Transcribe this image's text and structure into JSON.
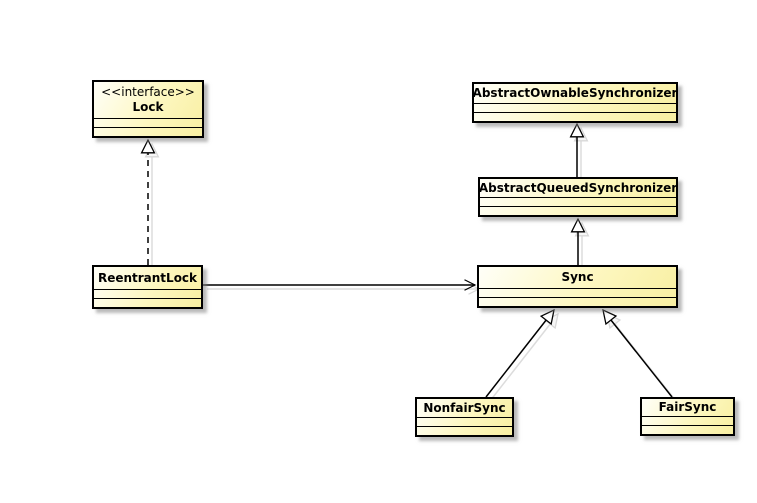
{
  "diagram": {
    "type": "uml-class-diagram",
    "background": "#ffffff",
    "nodes": [
      {
        "id": "lock",
        "stereotype": "<<interface>>",
        "name": "Lock"
      },
      {
        "id": "reentrant-lock",
        "name": "ReentrantLock"
      },
      {
        "id": "abstract-ownable-synchronizer",
        "name": "AbstractOwnableSynchronizer"
      },
      {
        "id": "abstract-queued-synchronizer",
        "name": "AbstractQueuedSynchronizer"
      },
      {
        "id": "sync",
        "name": "Sync"
      },
      {
        "id": "nonfair-sync",
        "name": "NonfairSync"
      },
      {
        "id": "fair-sync",
        "name": "FairSync"
      }
    ],
    "edges": [
      {
        "from": "ReentrantLock",
        "to": "Lock",
        "relation": "realization",
        "line": "dashed",
        "arrowhead": "hollow-triangle"
      },
      {
        "from": "ReentrantLock",
        "to": "Sync",
        "relation": "directed-association",
        "line": "solid",
        "arrowhead": "open-arrow"
      },
      {
        "from": "AbstractQueuedSynchronizer",
        "to": "AbstractOwnableSynchronizer",
        "relation": "generalization",
        "line": "solid",
        "arrowhead": "hollow-triangle"
      },
      {
        "from": "Sync",
        "to": "AbstractQueuedSynchronizer",
        "relation": "generalization",
        "line": "solid",
        "arrowhead": "hollow-triangle"
      },
      {
        "from": "NonfairSync",
        "to": "Sync",
        "relation": "generalization",
        "line": "solid",
        "arrowhead": "hollow-triangle"
      },
      {
        "from": "FairSync",
        "to": "Sync",
        "relation": "generalization",
        "line": "solid",
        "arrowhead": "hollow-triangle"
      }
    ],
    "colors": {
      "node_fill_light": "#fffff8",
      "node_fill_dark": "#f8efa2",
      "node_border": "#000000",
      "line": "#000000",
      "shadow": "#d8d8d8"
    }
  }
}
